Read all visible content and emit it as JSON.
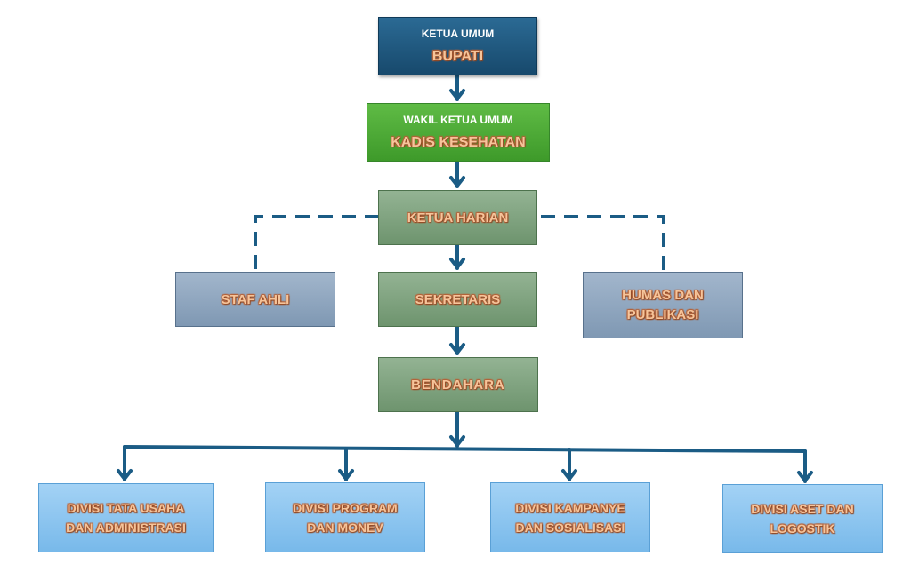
{
  "title": "Organizational structure chart",
  "colors": {
    "connector": "#1b5c85",
    "top_box": "#1f5a82",
    "deputy_box": "#4dab36",
    "core_box": "#7fa37f",
    "side_box": "#8fa7c0",
    "division_box": "#8cc6f0",
    "label_text": "#f6c49a"
  },
  "nodes": {
    "ketua_umum": {
      "role": "KETUA UMUM",
      "name": "BUPATI"
    },
    "wakil_ketua_umum": {
      "role": "WAKIL KETUA UMUM",
      "name": "KADIS KESEHATAN"
    },
    "ketua_harian": {
      "label": "KETUA HARIAN"
    },
    "staf_ahli": {
      "label": "STAF AHLI"
    },
    "sekretaris": {
      "label": "SEKRETARIS"
    },
    "humas": {
      "line1": "HUMAS DAN",
      "line2": "PUBLIKASI"
    },
    "bendahara": {
      "label": "BENDAHARA"
    },
    "divisions": [
      {
        "line1": "DIVISI TATA USAHA",
        "line2": "DAN ADMINISTRASI"
      },
      {
        "line1": "DIVISI PROGRAM",
        "line2": "DAN MONEV"
      },
      {
        "line1": "DIVISI KAMPANYE",
        "line2": "DAN SOSIALISASI"
      },
      {
        "line1": "DIVISI ASET DAN",
        "line2": "LOGOSTIK"
      }
    ]
  },
  "connections": [
    {
      "from": "ketua_umum",
      "to": "wakil_ketua_umum",
      "style": "solid-arrow"
    },
    {
      "from": "wakil_ketua_umum",
      "to": "ketua_harian",
      "style": "solid-arrow"
    },
    {
      "from": "ketua_harian",
      "to": "staf_ahli",
      "style": "dashed"
    },
    {
      "from": "ketua_harian",
      "to": "humas",
      "style": "dashed"
    },
    {
      "from": "ketua_harian",
      "to": "sekretaris",
      "style": "solid-arrow"
    },
    {
      "from": "sekretaris",
      "to": "bendahara",
      "style": "solid-arrow"
    },
    {
      "from": "bendahara",
      "to": "divisions",
      "style": "solid-arrow-branch"
    }
  ]
}
